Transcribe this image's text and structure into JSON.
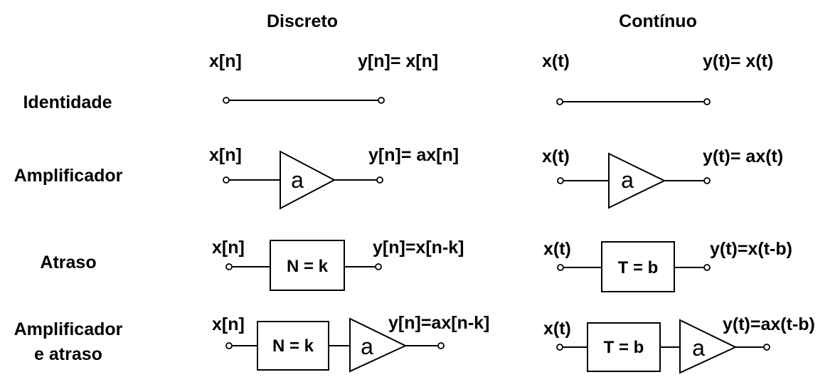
{
  "headers": {
    "discrete": "Discreto",
    "continuous": "Contínuo"
  },
  "rows": {
    "identity": "Identidade",
    "amplifier": "Amplificador",
    "delay": "Atraso",
    "amp_delay_line1": "Amplificador",
    "amp_delay_line2": "e atraso"
  },
  "signals": {
    "x_n": "x[n]",
    "x_t": "x(t)",
    "id_out_d": "y[n]= x[n]",
    "id_out_c": "y(t)= x(t)",
    "amp_out_d": "y[n]= ax[n]",
    "amp_out_c": "y(t)= ax(t)",
    "delay_out_d": "y[n]=x[n-k]",
    "delay_out_c": "y(t)=x(t-b)",
    "ad_out_d": "y[n]=ax[n-k]",
    "ad_out_c": "y(t)=ax(t-b)"
  },
  "blocks": {
    "gain": "a",
    "delay_d": "N = k",
    "delay_c": "T = b"
  }
}
